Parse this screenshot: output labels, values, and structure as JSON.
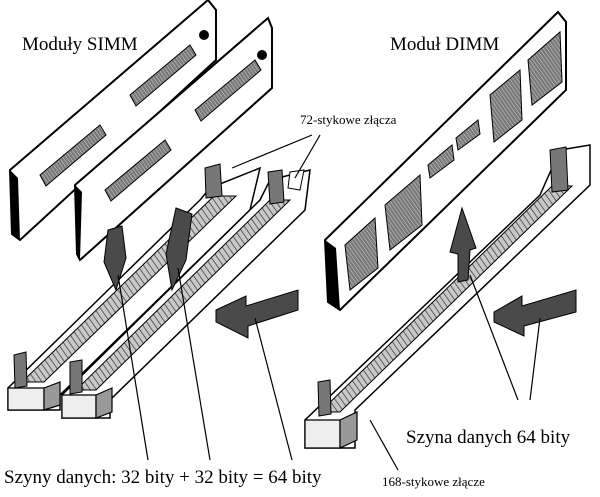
{
  "labels": {
    "simm_modules": "Moduły SIMM",
    "dimm_module": "Moduł DIMM",
    "pins_72": "72-stykowe złącza",
    "pins_168": "168-stykowe złącze",
    "bus_64": "Szyna danych 64 bity",
    "bus_32x2": "Szyny danych: 32 bity + 32 bity = 64 bity"
  },
  "colors": {
    "ink": "#000000",
    "chip_dark": "#6e6e6e",
    "chip_light": "#bdbdbd",
    "arrow_fill": "#4a4a4a",
    "board": "#ffffff",
    "slot_shade": "#d9d9d9"
  }
}
